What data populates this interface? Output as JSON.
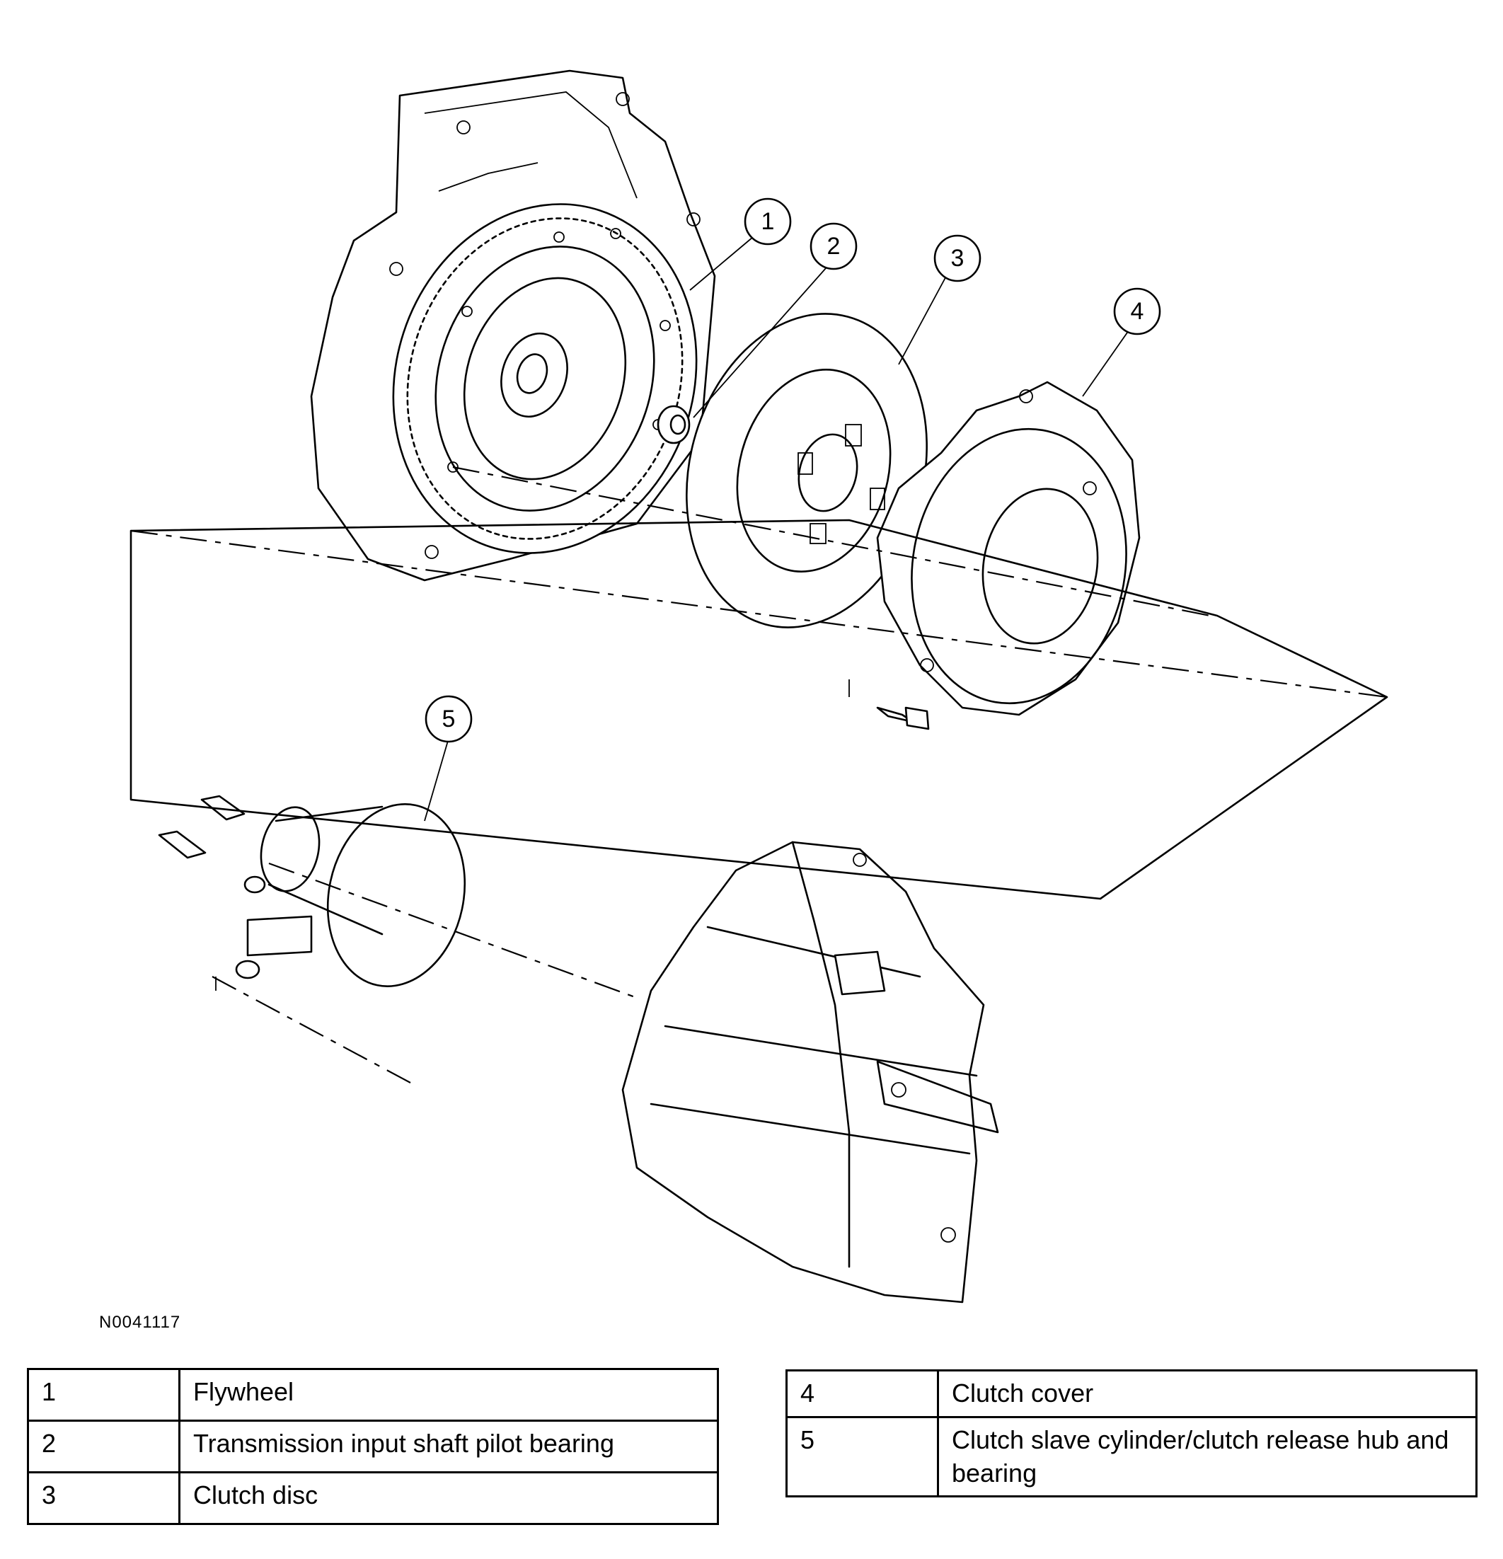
{
  "figure_id": "N0041117",
  "callouts": [
    "1",
    "2",
    "3",
    "4",
    "5"
  ],
  "legend_left": [
    {
      "num": "1",
      "label": "Flywheel"
    },
    {
      "num": "2",
      "label": "Transmission input shaft pilot bearing"
    },
    {
      "num": "3",
      "label": "Clutch disc"
    }
  ],
  "legend_right": [
    {
      "num": "4",
      "label": "Clutch cover"
    },
    {
      "num": "5",
      "label": "Clutch slave cylinder/clutch release hub and bearing"
    }
  ]
}
